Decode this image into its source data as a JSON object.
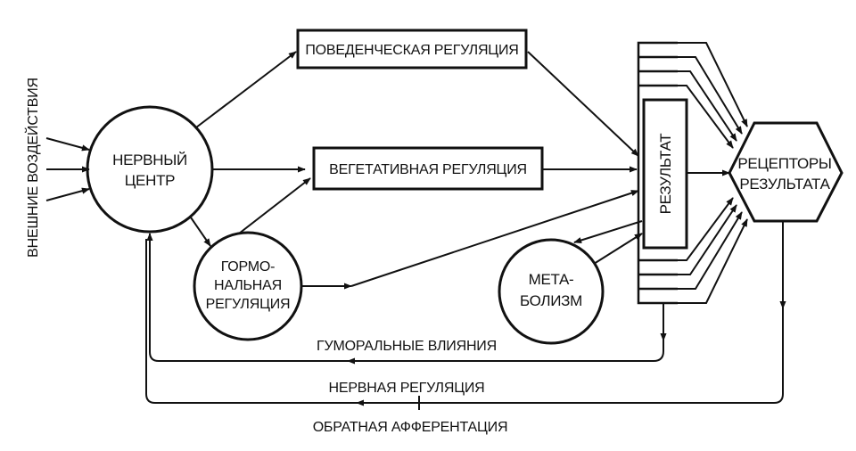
{
  "external_input": {
    "label": "ВНЕШНИЕ ВОЗДЕЙСТВИЯ"
  },
  "nervous_center": {
    "line1": "НЕРВНЫЙ",
    "line2": "ЦЕНТР"
  },
  "behavioral": {
    "label": "ПОВЕДЕНЧЕСКАЯ РЕГУЛЯЦИЯ"
  },
  "vegetative": {
    "label": "ВЕГЕТАТИВНАЯ РЕГУЛЯЦИЯ"
  },
  "hormonal": {
    "line1": "ГОРМО-",
    "line2": "НАЛЬНАЯ",
    "line3": "РЕГУЛЯЦИЯ"
  },
  "metabolism": {
    "line1": "МЕТА-",
    "line2": "БОЛИЗМ"
  },
  "result": {
    "label": "РЕЗУЛЬТАТ"
  },
  "receptors": {
    "line1": "РЕЦЕПТОРЫ",
    "line2": "РЕЗУЛЬТАТА"
  },
  "feedback": {
    "humoral": "ГУМОРАЛЬНЫЕ ВЛИЯНИЯ",
    "nervous": "НЕРВНАЯ РЕГУЛЯЦИЯ",
    "afferent": "ОБРАТНАЯ АФФЕРЕНТАЦИЯ"
  },
  "colors": {
    "ink": "#111111",
    "background": "#ffffff"
  }
}
